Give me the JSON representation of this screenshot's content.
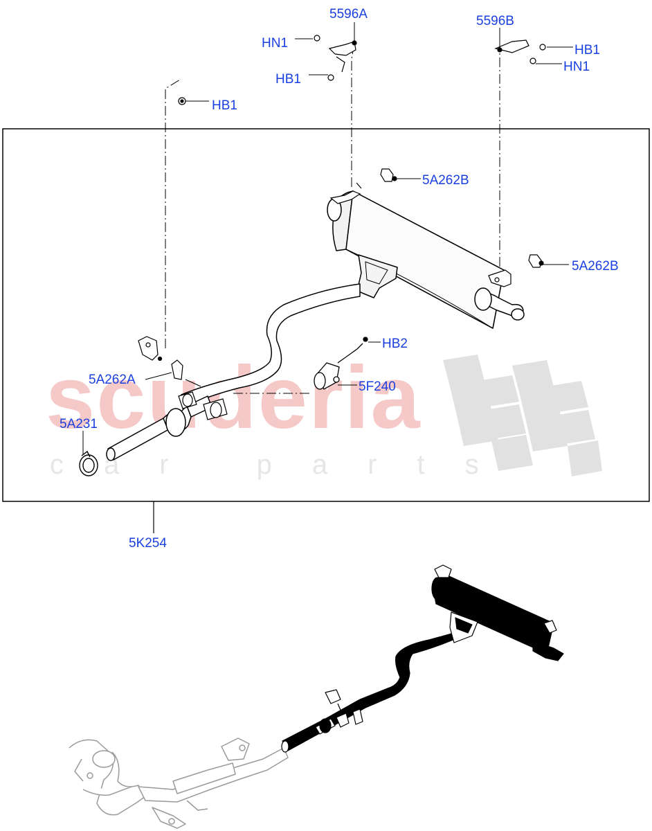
{
  "watermark": {
    "title": "scuderia",
    "subtitle": "car parts"
  },
  "callouts": {
    "p5596A": "5596A",
    "p5596B": "5596B",
    "hn1_a": "HN1",
    "hb1_a": "HB1",
    "hb1_b": "HB1",
    "hn1_b": "HN1",
    "hb1_c": "HB1",
    "p5A262B_1": "5A262B",
    "p5A262B_2": "5A262B",
    "hb2": "HB2",
    "p5A262A": "5A262A",
    "p5F240": "5F240",
    "p5A231": "5A231",
    "p5K254": "5K254"
  },
  "colors": {
    "callout": "#1a3fe0",
    "line": "#000000",
    "watermark_red": "#f6c9c9",
    "watermark_grey": "#e6e6e6"
  }
}
